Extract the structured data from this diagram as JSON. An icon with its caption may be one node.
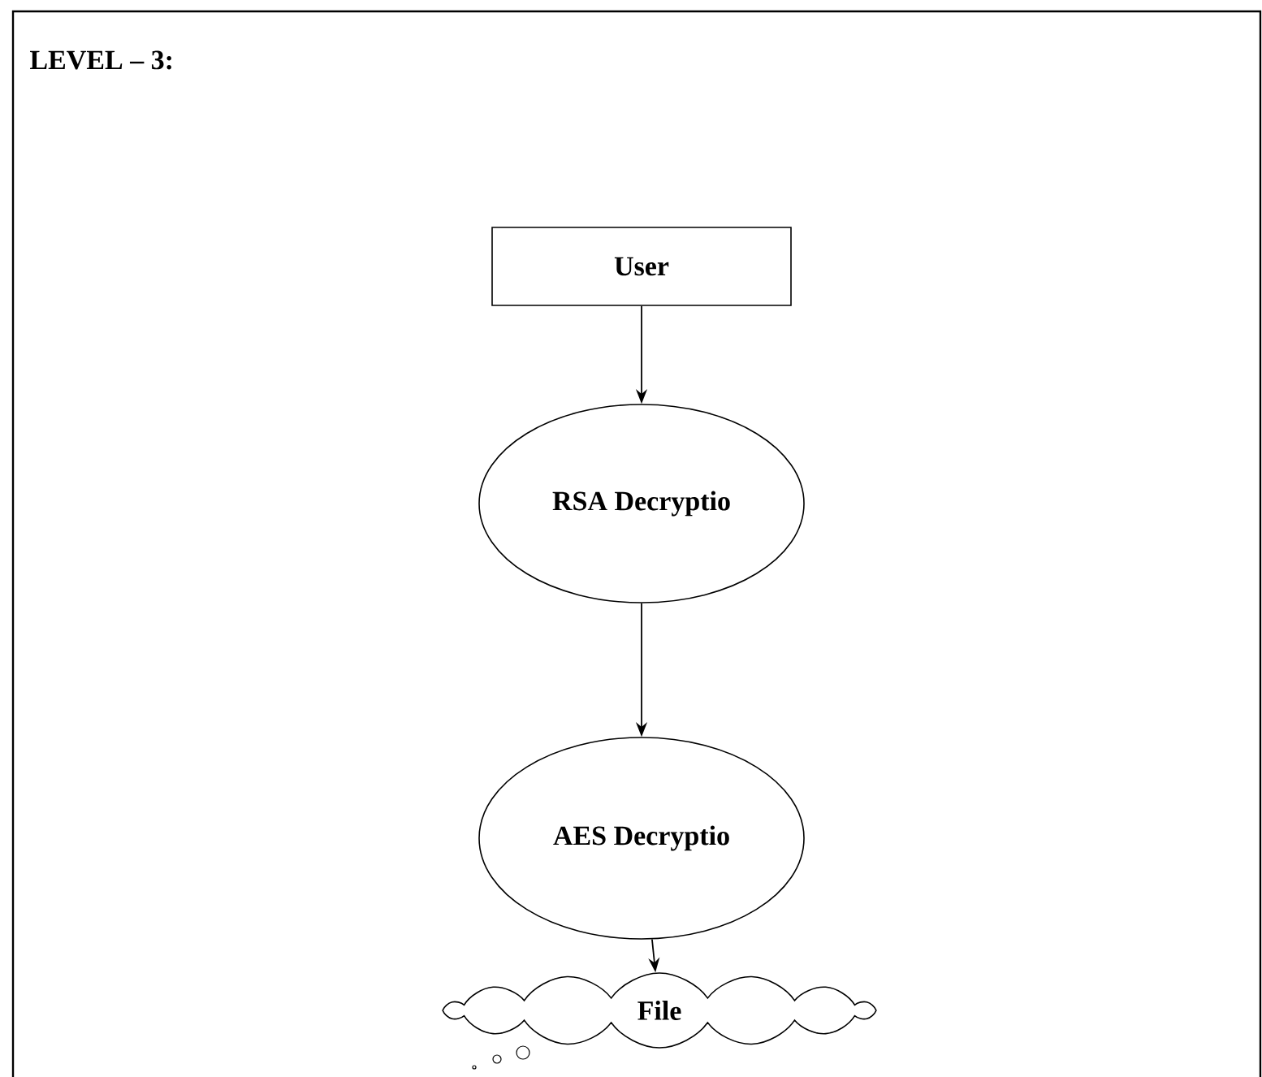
{
  "diagram": {
    "title": "LEVEL – 3:",
    "nodes": [
      {
        "text": [
          "User"
        ]
      },
      {
        "text": [
          "RSA Decryptio"
        ]
      },
      {
        "text": [
          "AES Decryptio"
        ]
      },
      {
        "text": [
          "File"
        ]
      }
    ],
    "edges": [
      {
        "from": 0,
        "to": 1,
        "arrow": "to"
      },
      {
        "from": 1,
        "to": 2,
        "arrow": "to"
      },
      {
        "from": 2,
        "to": 3,
        "arrow": "to"
      }
    ]
  }
}
